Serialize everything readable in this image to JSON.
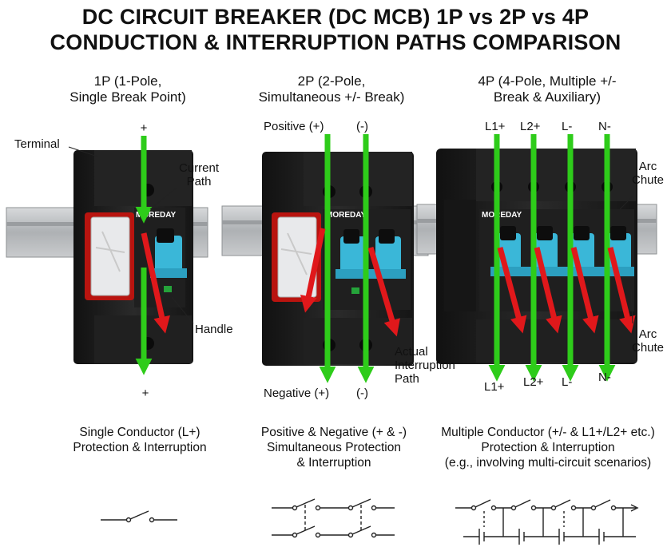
{
  "title": {
    "line1": "DC CIRCUIT BREAKER (DC MCB) 1P vs 2P vs 4P",
    "line2": "CONDUCTION & INTERRUPTION PATHS COMPARISON"
  },
  "brand": "MOREDAY",
  "columns": [
    {
      "heading": [
        "1P (1-Pole,",
        "Single Break Point)"
      ],
      "description": [
        "Single Conductor (L+)",
        "Protection & Interruption"
      ],
      "top_labels": [
        "+"
      ],
      "bottom_labels": [
        "+"
      ]
    },
    {
      "heading": [
        "2P (2-Pole,",
        "Simultaneous +/- Break)"
      ],
      "description": [
        "Positive & Negative (+ & -)",
        "Simultaneous Protection",
        "& Interruption"
      ],
      "top_labels": [
        "Positive (+)",
        "(-)"
      ],
      "bottom_labels": [
        "Negative (+)",
        "(-)"
      ]
    },
    {
      "heading": [
        "4P (4-Pole, Multiple +/-",
        "Break & Auxiliary)"
      ],
      "description": [
        "Multiple Conductor (+/- & L1+/L2+ etc.)",
        "Protection & Interruption",
        "(e.g., involving multi-circuit scenarios)"
      ],
      "top_labels": [
        "L1+",
        "L2+",
        "L-",
        "N-"
      ],
      "bottom_labels": [
        "L1+",
        "L2+",
        "L-",
        "N-"
      ]
    }
  ],
  "callouts": {
    "terminal": "Terminal",
    "current_path": [
      "Current",
      "Path"
    ],
    "handle": "Handle",
    "interruption_path": [
      "Actual",
      "Interruption",
      "Path"
    ],
    "arc_chute_top": [
      "Arc",
      "Chute"
    ],
    "arc_chute_bottom": [
      "Arc",
      "Chute"
    ]
  },
  "colors": {
    "current_arrow": "#2ecc1a",
    "interruption_arrow": "#e0181b",
    "handle": "#3ab7d8",
    "body": "#1b1b1b",
    "rail": "#b9bcbf"
  }
}
